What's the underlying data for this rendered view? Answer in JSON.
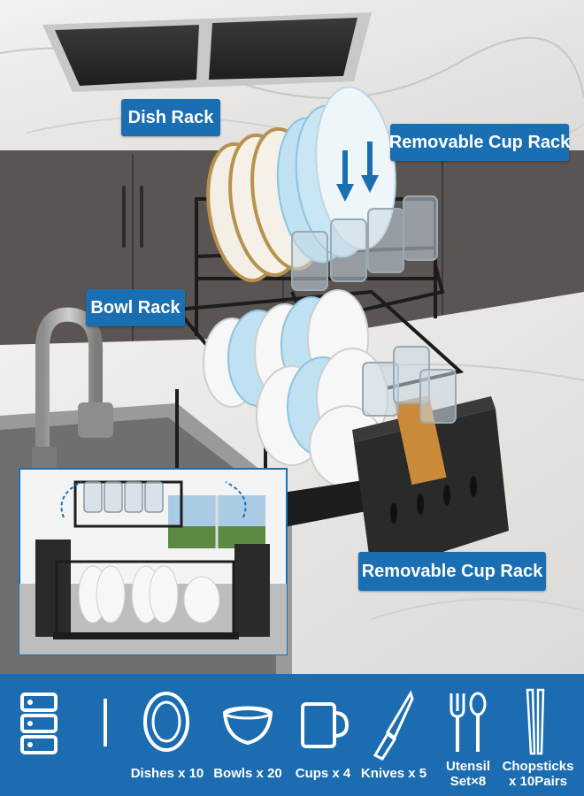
{
  "callouts": {
    "dish_rack": "Dish Rack",
    "removable_cup_rack_top": "Removable Cup Rack",
    "bowl_rack": "Bowl Rack",
    "removable_cup_rack_bottom": "Removable Cup Rack"
  },
  "features": [
    {
      "icon": "layers-icon",
      "label": ""
    },
    {
      "icon": "plate-icon",
      "label": "Dishes x 10"
    },
    {
      "icon": "bowl-icon",
      "label": "Bowls x 20"
    },
    {
      "icon": "cup-icon",
      "label": "Cups x 4"
    },
    {
      "icon": "knife-icon",
      "label": "Knives x 5"
    },
    {
      "icon": "utensil-icon",
      "label_line1": "Utensil",
      "label_line2": "Set×8"
    },
    {
      "icon": "chopsticks-icon",
      "label_line1": "Chopsticks",
      "label_line2": "x 10Pairs"
    }
  ],
  "colors": {
    "accent_blue": "#1a6fb3",
    "strip_blue": "#1b6cb0",
    "rack_black": "#1c1c1c",
    "cabinet_gray": "#5a5552",
    "marble": "#ecebea"
  }
}
